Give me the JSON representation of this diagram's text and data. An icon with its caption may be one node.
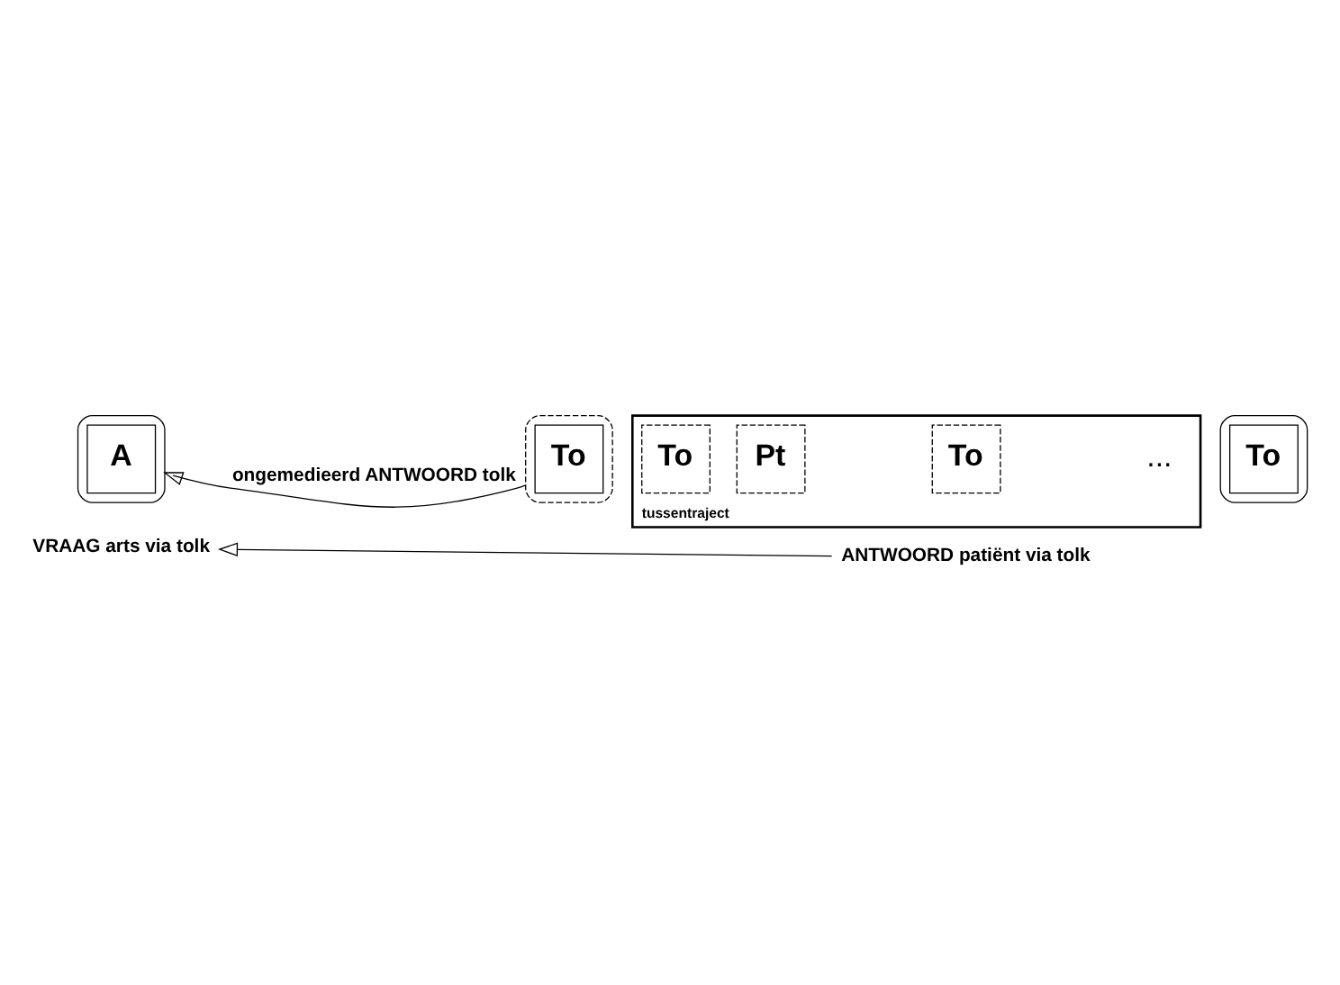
{
  "diagram": {
    "nodes": [
      {
        "text": [
          "VRAAG arts via tolk"
        ]
      },
      {
        "text": [
          "ANTWOORD patiënt via tolk"
        ]
      },
      {
        "text": [],
        "shape": "ellipse"
      },
      {
        "text": [
          "A"
        ],
        "in": 2
      },
      {
        "text": [],
        "shape": "ellipse"
      },
      {
        "text": [
          "To"
        ],
        "in": 4
      },
      {
        "text": [
          "tussentraject"
        ]
      },
      {
        "text": [
          "To"
        ],
        "in": 6
      },
      {
        "text": [
          "Pt"
        ],
        "in": 6
      },
      {
        "text": [
          "To"
        ],
        "in": 6
      },
      {
        "text": [],
        "shape": "ellipse"
      },
      {
        "text": [
          "To"
        ],
        "in": 10
      }
    ],
    "edges": [
      {
        "from": 1,
        "to": 0,
        "arrow": "to"
      },
      {
        "from": 4,
        "to": 2,
        "arrow": "to",
        "label": "ongemedieerd ANTWOORD tolk"
      }
    ],
    "labels": [
      "..."
    ]
  }
}
